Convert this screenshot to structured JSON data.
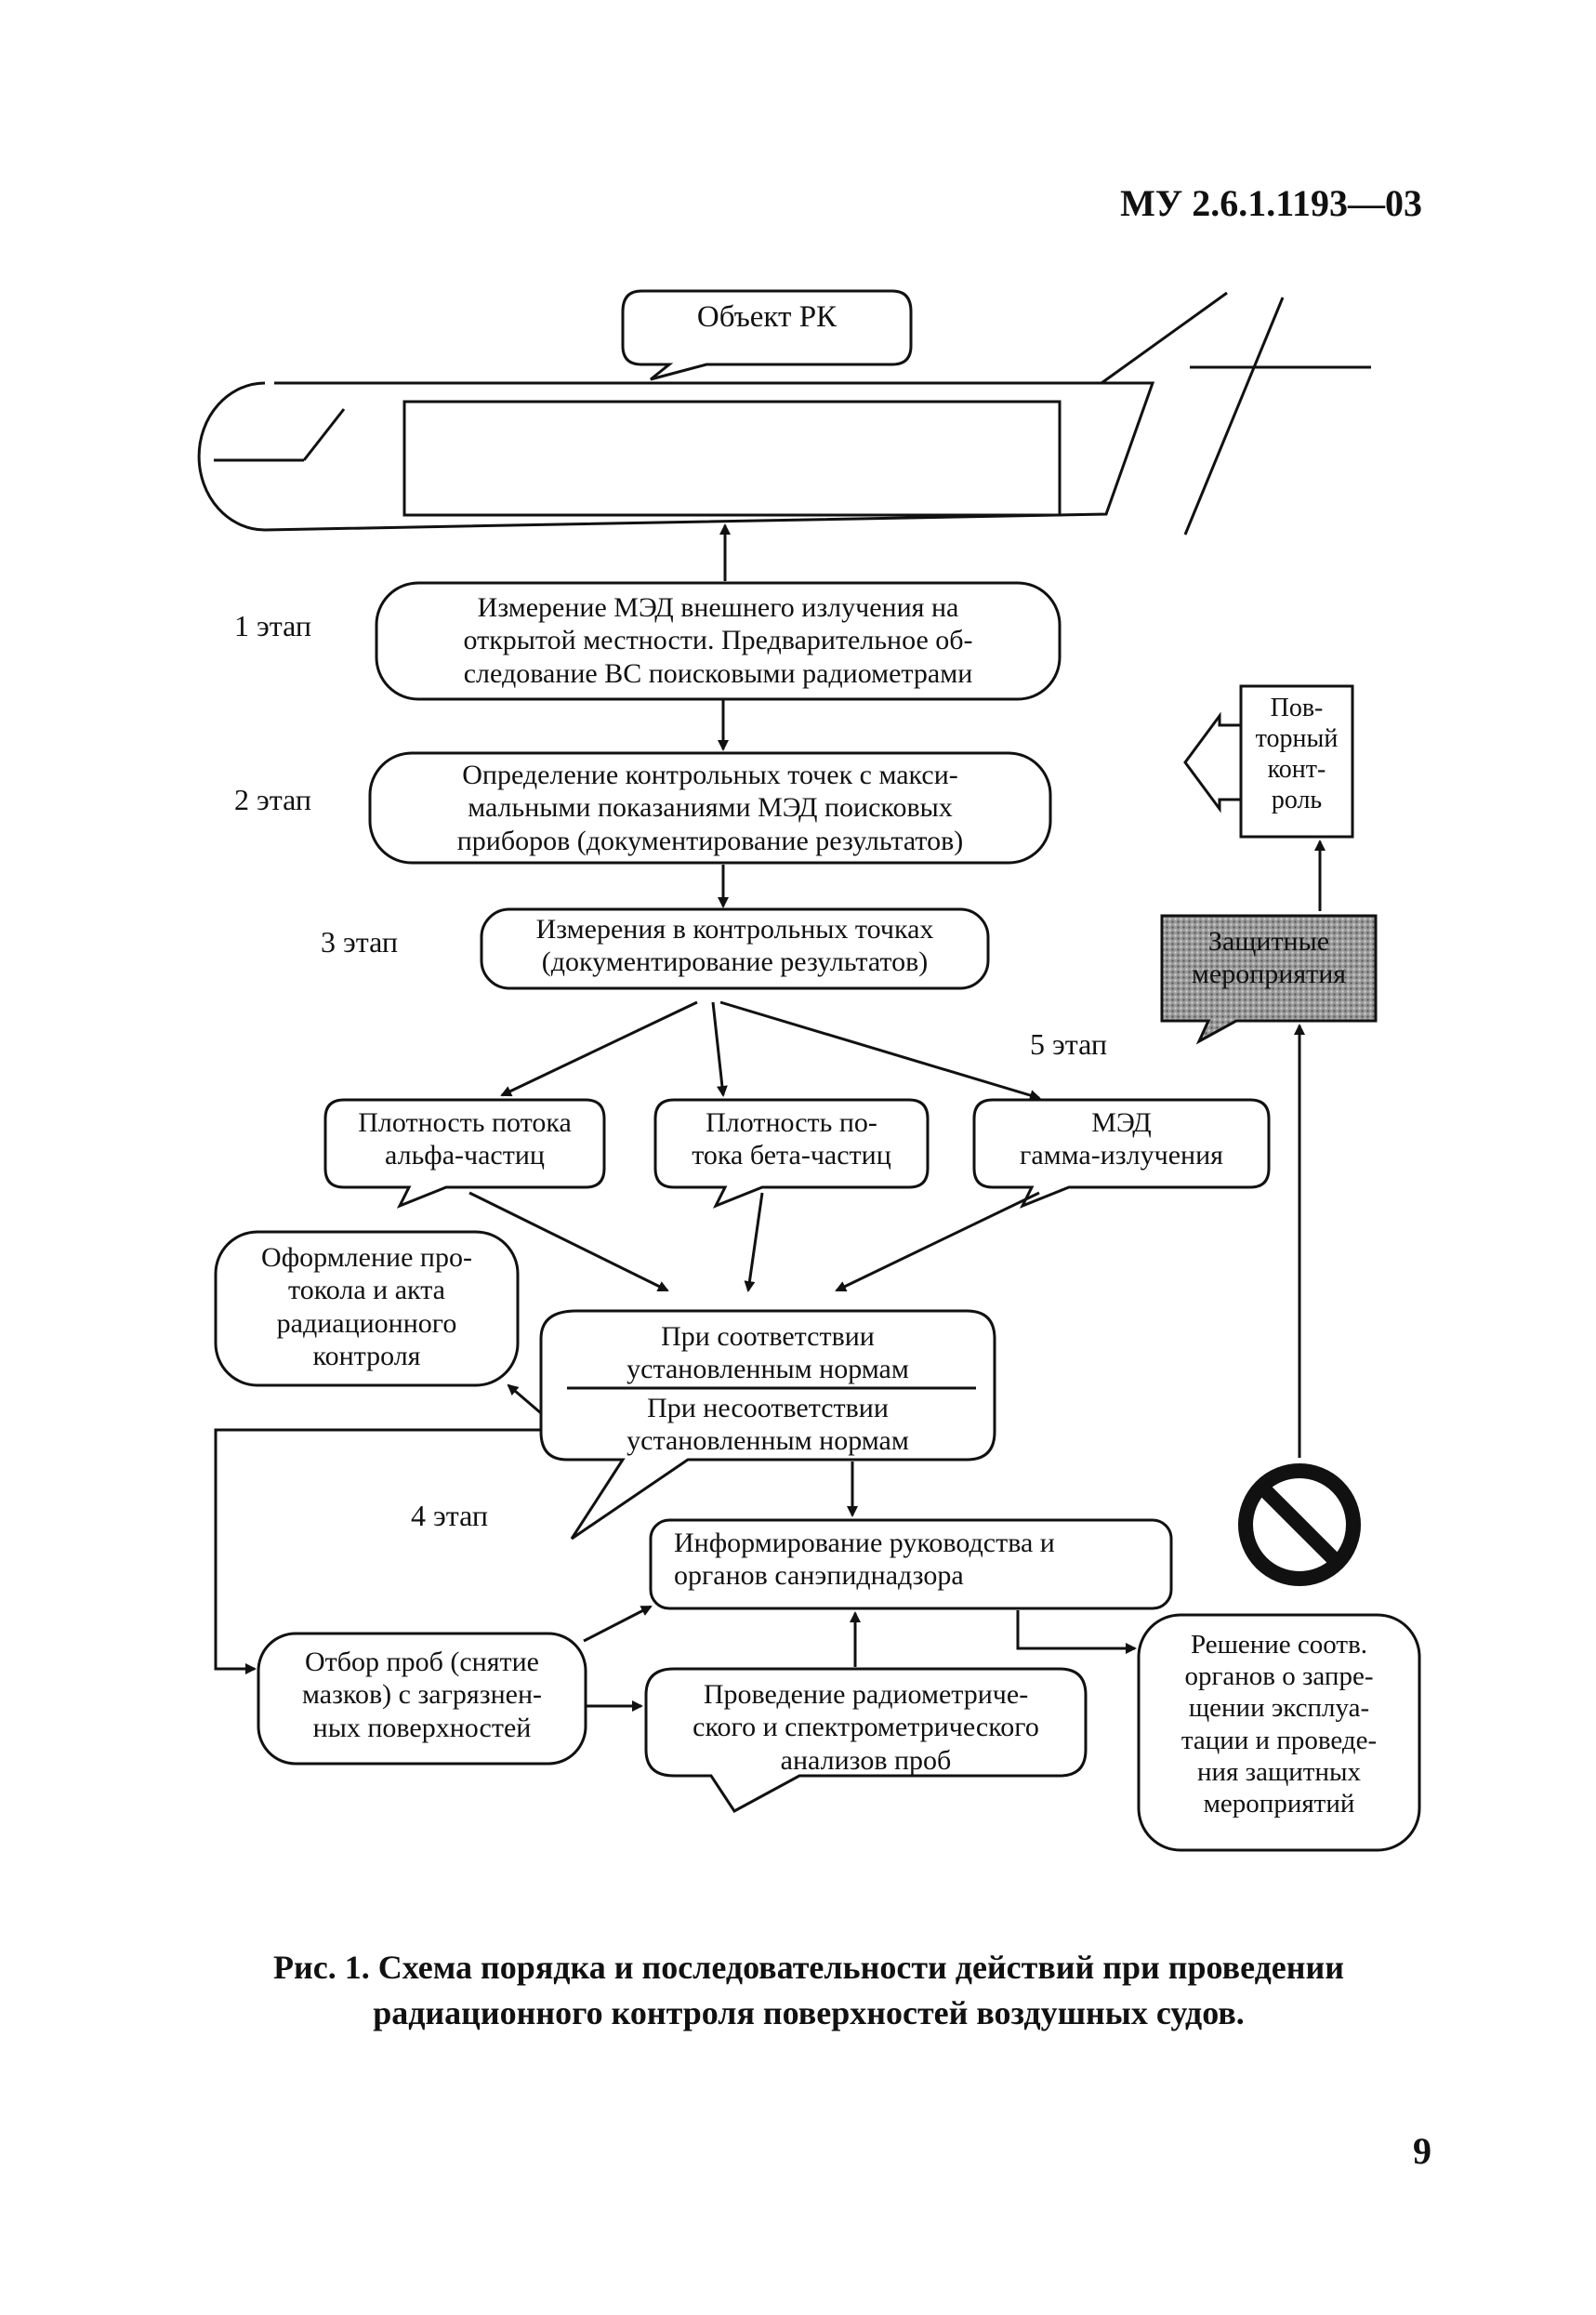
{
  "header": {
    "doc_code": "МУ 2.6.1.1193—03"
  },
  "diagram": {
    "object_label": "Объект РК",
    "stages": {
      "s1": "1 этап",
      "s2": "2 этап",
      "s3": "3 этап",
      "s4": "4 этап",
      "s5": "5 этап"
    },
    "boxes": {
      "step1": [
        "Измерение МЭД внешнего излучения на",
        "открытой местности. Предварительное об-",
        "следование ВС поисковыми радиометрами"
      ],
      "step2": [
        "Определение контрольных точек с макси-",
        "мальными показаниями МЭД поисковых",
        "приборов (документирование результатов)"
      ],
      "step3": [
        "Измерения в контрольных точках",
        "(документирование результатов)"
      ],
      "alpha": [
        "Плотность потока",
        "альфа-частиц"
      ],
      "beta": [
        "Плотность по-",
        "тока бета-частиц"
      ],
      "gamma": [
        "МЭД",
        "гамма-излучения"
      ],
      "protocol": [
        "Оформление про-",
        "токола и акта",
        "радиационного",
        "контроля"
      ],
      "compliance_yes": [
        "При соответствии",
        "установленным нормам"
      ],
      "compliance_no": [
        "При несоответствии",
        "установленным нормам"
      ],
      "inform": [
        "Информирование руководства и",
        "органов санэпиднадзора"
      ],
      "sampling": [
        "Отбор проб (снятие",
        "мазков) с загрязнен-",
        "ных поверхностей"
      ],
      "analysis": [
        "Проведение радиометриче-",
        "ского и спектрометрического",
        "анализов проб"
      ],
      "decision": [
        "Решение соотв.",
        "органов о запре-",
        "щении эксплуа-",
        "тации и проведе-",
        "ния защитных",
        "мероприятий"
      ],
      "protective": [
        "Защитные",
        "мероприятия"
      ],
      "repeat": [
        "Пов-",
        "торный",
        "конт-",
        "роль"
      ]
    }
  },
  "caption": {
    "label": "Рис. 1.",
    "line1": "Схема порядка и последовательности действий при проведении",
    "line2": "радиационного контроля поверхностей воздушных судов."
  },
  "page_number": "9"
}
